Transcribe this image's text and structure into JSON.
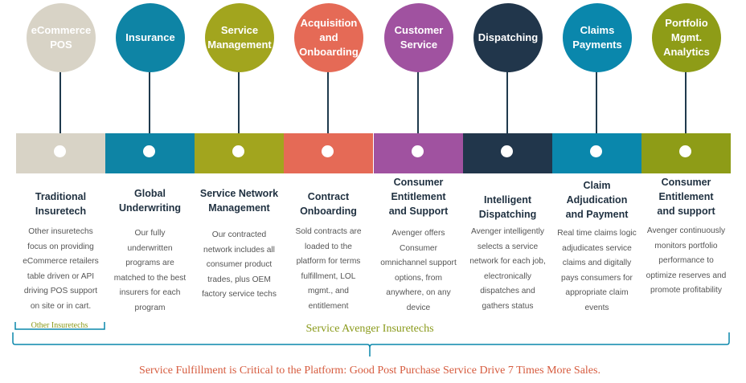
{
  "colors": {
    "steps": [
      "#d8d3c6",
      "#0e84a5",
      "#a2a51e",
      "#e56a56",
      "#a052a0",
      "#21364b",
      "#0a87ac",
      "#8e9c17"
    ],
    "bracket_green": "#8a9a1b",
    "bracket_blue": "#0a87ac",
    "footer": "#d65b3e"
  },
  "steps": [
    {
      "circle_label": "eCommerce\nPOS",
      "heading": "Traditional\nInsuretech",
      "description": "Other insuretechs\nfocus on providing\neCommerce retailers\ntable driven or API\ndriving POS support\non site or in cart."
    },
    {
      "circle_label": "Insurance",
      "heading": "Global\nUnderwriting",
      "description": "Our fully\nunderwritten\nprograms are\nmatched to the best\ninsurers for each\nprogram"
    },
    {
      "circle_label": "Service\nManagement",
      "heading": "Service Network\nManagement",
      "description": "Our contracted\nnetwork includes all\nconsumer product\ntrades, plus OEM\nfactory service techs"
    },
    {
      "circle_label": "Acquisition\nand\nOnboarding",
      "heading": "Contract\nOnboarding",
      "description": "Sold contracts are\nloaded to the\nplatform for terms\nfulfillment, LOL\nmgmt.,  and\nentitlement"
    },
    {
      "circle_label": "Customer\nService",
      "heading": "Consumer\nEntitlement\nand Support",
      "description": "Avenger offers\nConsumer\nomnichannel support\noptions, from\nanywhere, on any\ndevice"
    },
    {
      "circle_label": "Dispatching",
      "heading": "Intelligent\nDispatching",
      "description": "Avenger intelligently\nselects a service\nnetwork for each job,\nelectronically\ndispatches and\ngathers status"
    },
    {
      "circle_label": "Claims\nPayments",
      "heading": "Claim\nAdjudication\nand Payment",
      "description": "Real time claims logic\nadjudicates service\nclaims and digitally\npays consumers for\nappropriate claim\nevents"
    },
    {
      "circle_label": "Portfolio\nMgmt.\nAnalytics",
      "heading": "Consumer\nEntitlement\nand support",
      "description": "Avenger continuously\nmonitors portfolio\nperformance to\noptimize reserves and\npromote profitability"
    }
  ],
  "other_insuretechs_label": "Other Insuretechs",
  "service_avenger_label": "Service Avenger Insuretechs",
  "footer_text": "Service Fulfillment is Critical to the Platform: Good Post Purchase Service Drive 7 Times More Sales."
}
